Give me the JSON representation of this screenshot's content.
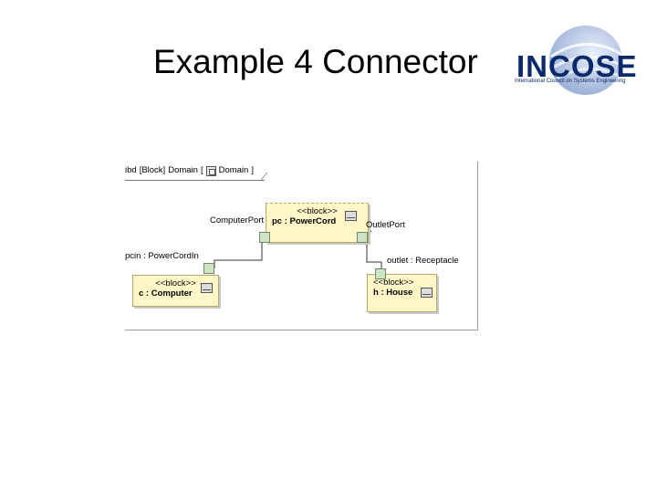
{
  "slide": {
    "title": "Example 4 Connector"
  },
  "logo": {
    "word": "INCOSE",
    "tagline": "International Council on Systems Engineering"
  },
  "diagram": {
    "frame": {
      "kind": "ibd",
      "element_type": "[Block]",
      "name": "Domain",
      "bracket_open": "[",
      "block_name": "Domain",
      "bracket_close": "]"
    },
    "blocks": {
      "powercord": {
        "stereotype": "<<block>>",
        "name": "pc : PowerCord"
      },
      "computer": {
        "stereotype": "<<block>>",
        "name": "c : Computer"
      },
      "house": {
        "stereotype": "<<block>>",
        "name": "h : House"
      }
    },
    "ports": {
      "computer_port": "ComputerPort",
      "outlet_port": "OutletPort",
      "pcin": "pcin : PowerCordIn",
      "outlet": "outlet : Receptacle"
    }
  }
}
